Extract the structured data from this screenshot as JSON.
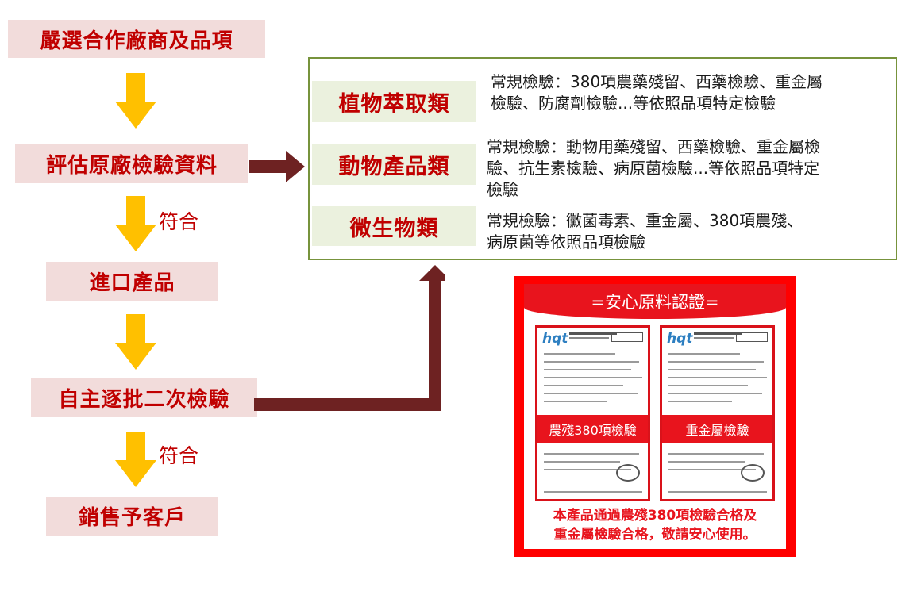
{
  "flow_steps": [
    "嚴選合作廠商及品項",
    "評估原廠檢驗資料",
    "進口產品",
    "自主逐批二次檢驗",
    "銷售予客戶"
  ],
  "arrow_labels": [
    "符合",
    "符合"
  ],
  "categories": [
    {
      "name": "植物萃取類",
      "lines": [
        "常規檢驗：380項農藥殘留、西藥檢驗、重金屬",
        "檢驗、防腐劑檢驗...等依照品項特定檢驗"
      ]
    },
    {
      "name": "動物產品類",
      "lines": [
        "常規檢驗：動物用藥殘留、西藥檢驗、重金屬檢",
        "驗、抗生素檢驗、病原菌檢驗...等依照品項特定",
        "檢驗"
      ]
    },
    {
      "name": "微生物類",
      "lines": [
        "常規檢驗：黴菌毒素、重金屬、380項農殘、",
        "病原菌等依照品項檢驗"
      ]
    }
  ],
  "certificate": {
    "title": "=安心原料認證=",
    "reports": [
      {
        "logo": "hqt",
        "label": "農殘380項檢驗"
      },
      {
        "logo": "hqt",
        "label": "重金屬檢驗"
      }
    ],
    "footer_lines": [
      "本產品通過農殘380項檢驗合格及",
      "重金屬檢驗合格，敬請安心使用。"
    ]
  },
  "colors": {
    "step_bg": "#f2dcdb",
    "step_text": "#c00000",
    "down_arrow": "#ffc000",
    "connector": "#6e2222",
    "box_border": "#77933c",
    "category_bg": "#ebf1de",
    "certificate_red": "#ff0000"
  }
}
